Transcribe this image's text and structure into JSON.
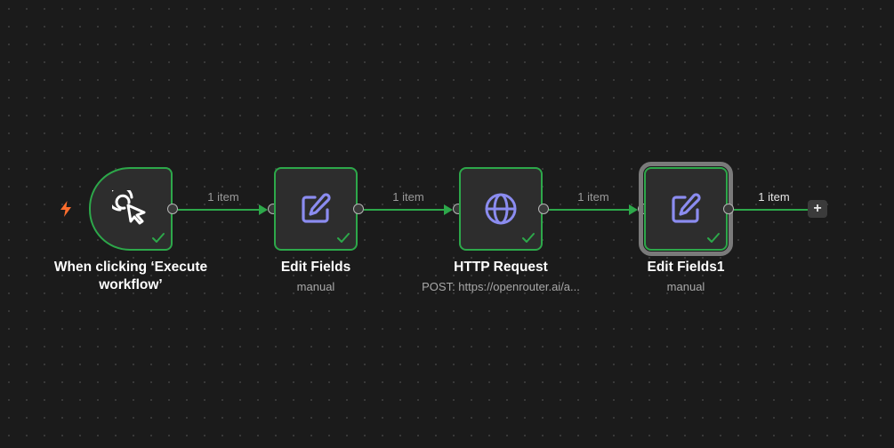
{
  "workflow": {
    "nodes": [
      {
        "title": "When clicking ‘Execute workflow’",
        "subtitle": "",
        "icon": "cursor-click-icon",
        "status": "success"
      },
      {
        "title": "Edit Fields",
        "subtitle": "manual",
        "icon": "pencil-square-icon",
        "status": "success"
      },
      {
        "title": "HTTP Request",
        "subtitle": "POST: https://openrouter.ai/a...",
        "icon": "globe-icon",
        "status": "success"
      },
      {
        "title": "Edit Fields1",
        "subtitle": "manual",
        "icon": "pencil-square-icon",
        "status": "success"
      }
    ],
    "connections": [
      {
        "label": "1 item"
      },
      {
        "label": "1 item"
      },
      {
        "label": "1 item"
      },
      {
        "label": "1 item"
      }
    ],
    "add_button": "+"
  },
  "colors": {
    "background": "#1b1b1b",
    "node_fill": "#2d2d2d",
    "success": "#2da84a",
    "icon_accent": "#8b8cf0",
    "trigger_bolt": "#ff6d2d"
  }
}
